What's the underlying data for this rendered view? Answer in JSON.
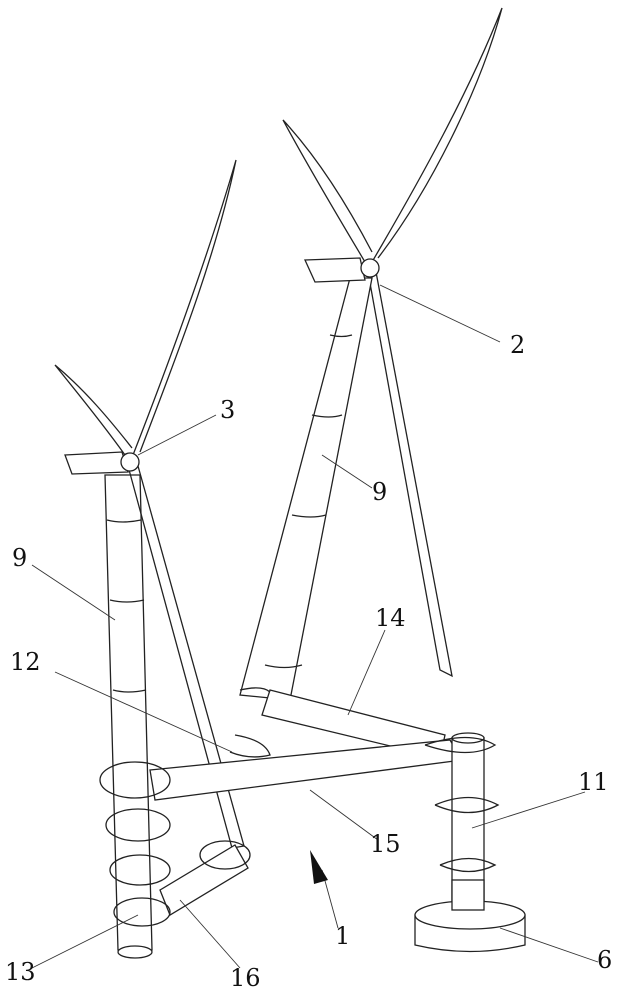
{
  "figure": {
    "labels": {
      "rotor_right": "2",
      "rotor_left": "3",
      "tower_right": "9",
      "tower_left": "9",
      "brace_upper": "14",
      "helical_plate_middle": "12",
      "pile_right": "11",
      "brace_middle": "15",
      "arrow_direction": "1",
      "pile_left": "13",
      "brace_lower": "16",
      "base": "6"
    },
    "colors": {
      "line": "#222222",
      "background": "#ffffff"
    }
  }
}
